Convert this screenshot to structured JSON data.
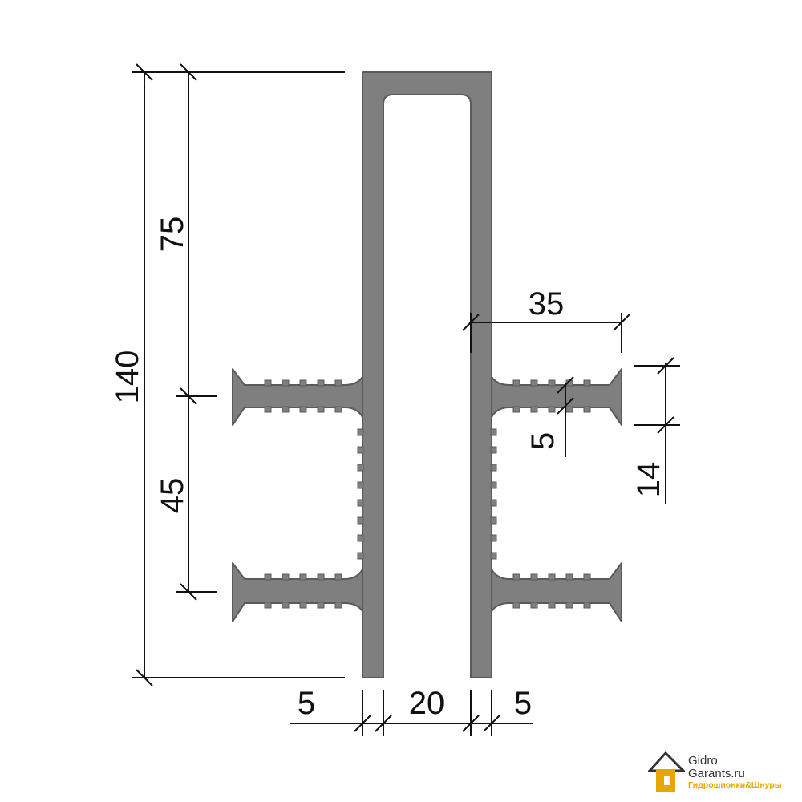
{
  "diagram": {
    "dimensions": {
      "overall_height": "140",
      "upper_section": "75",
      "lower_section": "45",
      "rib_length": "35",
      "rib_thickness": "5",
      "rib_pitch": "14",
      "wall_left": "5",
      "inner_gap": "20",
      "wall_right": "5"
    }
  },
  "logo": {
    "line1": "Gidro",
    "line2": "Garants.ru",
    "tagline": "Гидрошпонки&Шнуры",
    "accent_color": "#e6a800"
  },
  "colors": {
    "profile_fill": "#7f7f7f",
    "line": "#111111"
  }
}
